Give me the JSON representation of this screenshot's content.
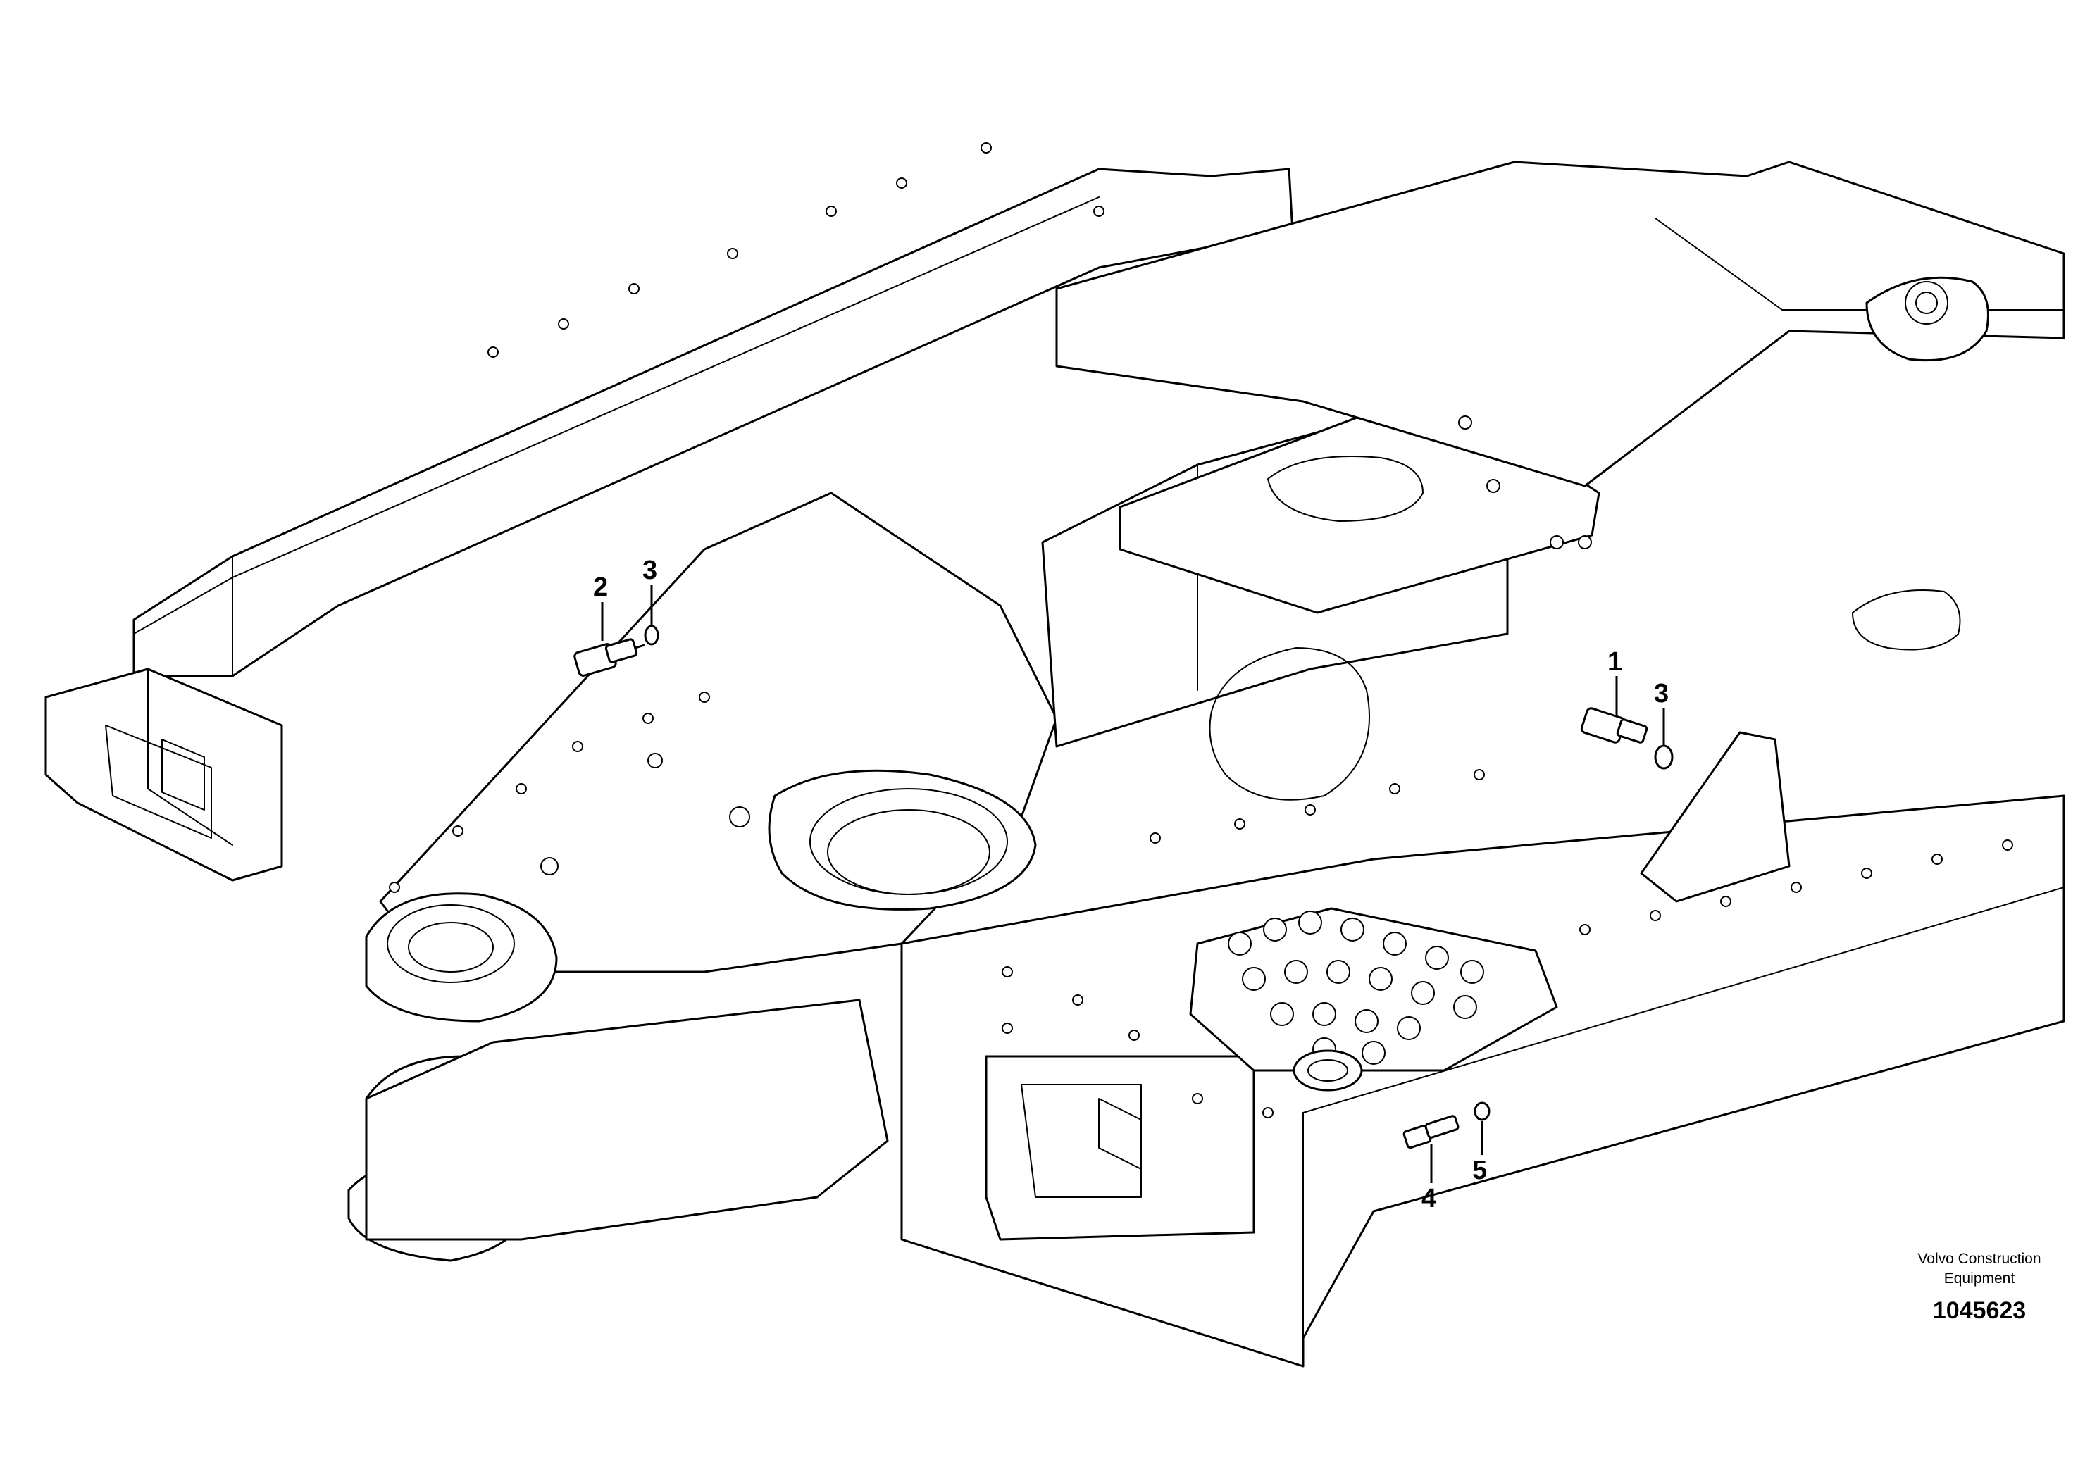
{
  "callouts": [
    {
      "id": "1",
      "label": "1"
    },
    {
      "id": "2",
      "label": "2"
    },
    {
      "id": "3a",
      "label": "3"
    },
    {
      "id": "3b",
      "label": "3"
    },
    {
      "id": "4",
      "label": "4"
    },
    {
      "id": "5",
      "label": "5"
    }
  ],
  "watermark": {
    "line1": "Volvo Construction",
    "line2": "Equipment",
    "drawing_number": "1045623"
  }
}
